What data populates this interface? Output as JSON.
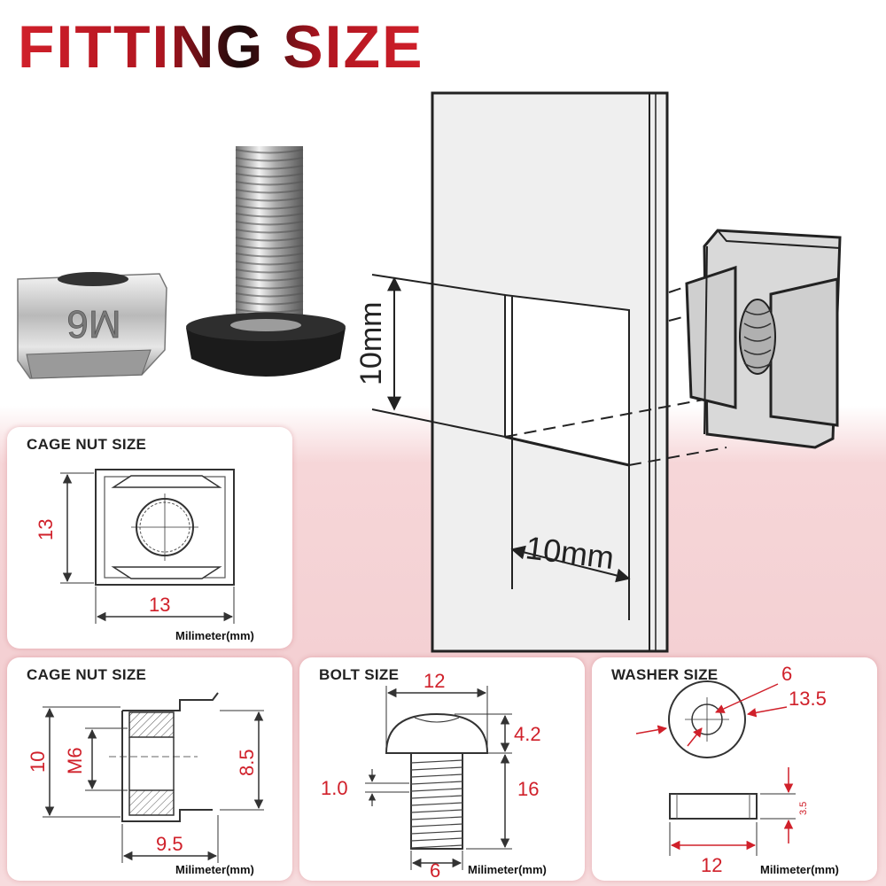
{
  "title": "FITTING SIZE",
  "diagram": {
    "hole_height": "10mm",
    "hole_width": "10mm",
    "nut_stamp": "M6"
  },
  "panels": {
    "cage_nut_top": {
      "title": "CAGE NUT SIZE",
      "height": "13",
      "width": "13",
      "unit": "Milimeter(mm)"
    },
    "cage_nut_side": {
      "title": "CAGE NUT SIZE",
      "height": "10",
      "thread": "M6",
      "inner": "8.5",
      "width": "9.5",
      "unit": "Milimeter(mm)"
    },
    "bolt": {
      "title": "BOLT SIZE",
      "head_diameter": "12",
      "head_height": "4.2",
      "pitch": "1.0",
      "length": "16",
      "thread_diameter": "6",
      "unit": "Milimeter(mm)"
    },
    "washer": {
      "title": "WASHER SIZE",
      "inner": "6",
      "outer": "13.5",
      "thickness": "3.5",
      "width": "12",
      "unit": "Milimeter(mm)"
    }
  },
  "colors": {
    "accent": "#d0202a",
    "line": "#222222"
  }
}
